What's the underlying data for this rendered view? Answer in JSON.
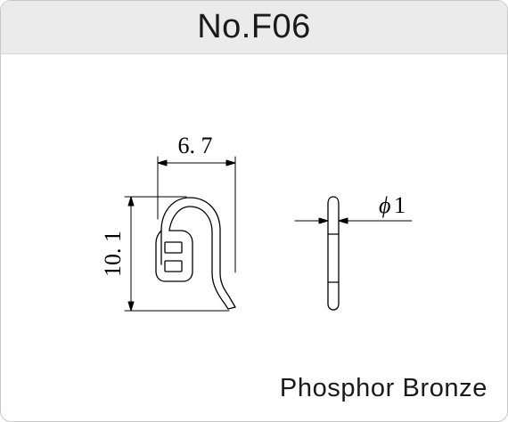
{
  "header": {
    "title": "No.F06"
  },
  "drawing": {
    "width_dimension": "6. 7",
    "height_dimension": "10. 1",
    "diameter_symbol": "ϕ",
    "diameter_value": "1",
    "line_color": "#000000"
  },
  "material": "Phosphor Bronze",
  "colors": {
    "header_background": "#ebebeb",
    "card_border": "#c8c8c8",
    "text": "#1a1a1a"
  }
}
